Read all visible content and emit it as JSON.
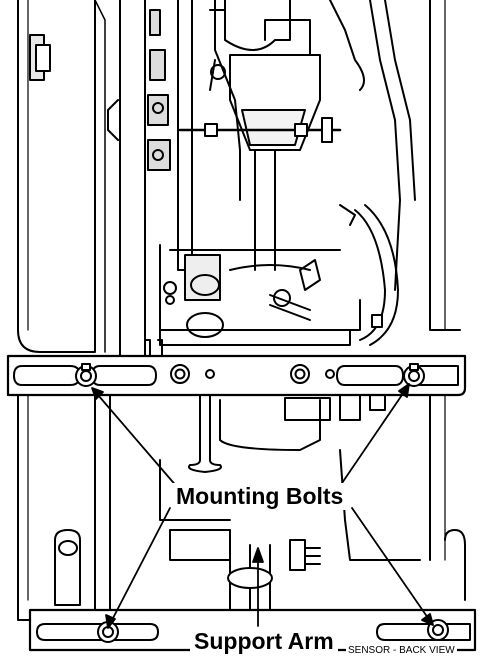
{
  "labels": {
    "mounting_bolts": "Mounting Bolts",
    "support_arm": "Support Arm",
    "view_caption": "SENSOR - BACK VIEW"
  }
}
